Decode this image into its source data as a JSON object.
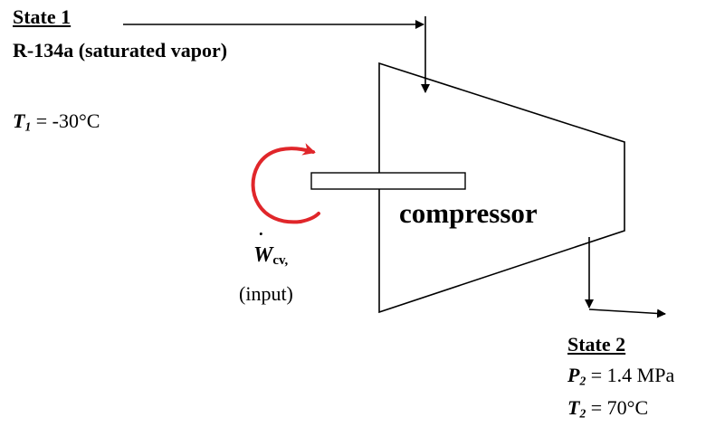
{
  "state1": {
    "heading": "State 1",
    "substance": "R-134a (saturated vapor)",
    "temp_symbol": "T",
    "temp_sub": "1",
    "temp_value": " = -30°C"
  },
  "compressor": {
    "label": "compressor"
  },
  "work": {
    "symbol": "W",
    "sub": "cv,",
    "note": "(input)"
  },
  "state2": {
    "heading": "State 2",
    "pressure_symbol": "P",
    "pressure_sub": "2",
    "pressure_value": " = 1.4 MPa",
    "temp_symbol": "T",
    "temp_sub": "2",
    "temp_value": " = 70°C"
  },
  "colors": {
    "line": "#000000",
    "work_arrow": "#e0262a"
  }
}
